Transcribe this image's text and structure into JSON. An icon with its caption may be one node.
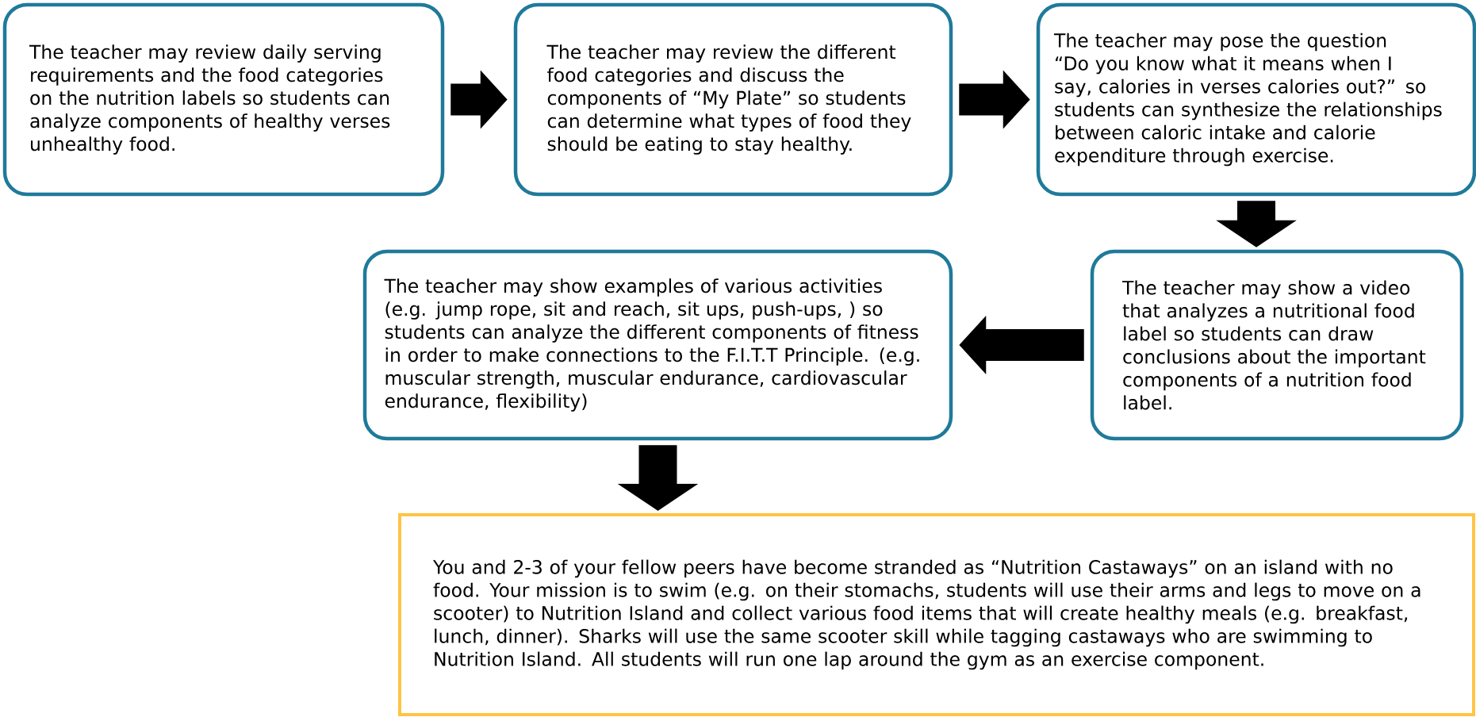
{
  "diagram": {
    "nodes": [
      {
        "text": [
          "The teacher may review daily serving  requirements and the food categories on the nutrition labels so students can analyze components of healthy verses unhealthy food."
        ]
      },
      {
        "text": [
          "The teacher may review the different food categories and discuss the components of “My Plate” so students can determine what types of food they should be eating to stay healthy."
        ]
      },
      {
        "text": [
          "The teacher may pose the question “Do you know what it means when I say, calories in verses calories out?” so students can synthesize the relationships between caloric intake and calorie expenditure through exercise."
        ]
      },
      {
        "text": [
          "The teacher may show a video that analyzes a nutritional food label so students can draw conclusions about the important components of a nutrition food label."
        ]
      },
      {
        "text": [
          "The teacher may show examples of various activities (e.g. jump rope, sit and reach, sit ups, push-ups, ) so students can analyze the different components of fitness in order to make connections to the F.I.T.T Principle.  (e.g. muscular strength, muscular endurance, cardiovascular endurance, flexibility)"
        ]
      },
      {
        "text": [
          "You and 2-3 of your fellow peers have become stranded as “Nutrition Castaways” on an island with no food.  Your mission is to swim (e.g. on their stomachs, students will use their arms and legs to move on a scooter) to Nutrition Island and collect various food items that will create healthy meals (e.g. breakfast, lunch, dinner). Sharks will use the same scooter skill while tagging castaways who are swimming to Nutrition Island. All students will run one lap around the gym as an exercise component."
        ]
      }
    ],
    "edges": [
      {
        "from": 0,
        "to": 1,
        "arrow": "to"
      },
      {
        "from": 1,
        "to": 2,
        "arrow": "to"
      },
      {
        "from": 2,
        "to": 3,
        "arrow": "to"
      },
      {
        "from": 3,
        "to": 4,
        "arrow": "to"
      },
      {
        "from": 4,
        "to": 5,
        "arrow": "to"
      }
    ]
  }
}
